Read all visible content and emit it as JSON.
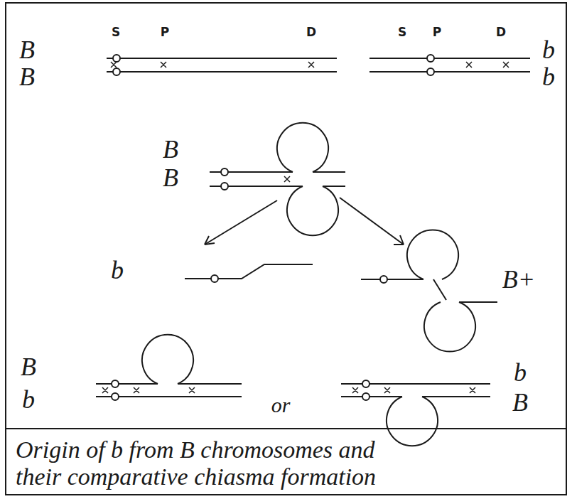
{
  "diagram": {
    "caption": "Origin of b from B chromosomes and their comparative chiasma formation",
    "labels": [
      "S",
      "P",
      "D",
      "S",
      "P",
      "D",
      "B",
      "B",
      "b",
      "b",
      "B",
      "B",
      "b",
      "B+",
      "B",
      "b",
      "or",
      "b",
      "B"
    ]
  }
}
